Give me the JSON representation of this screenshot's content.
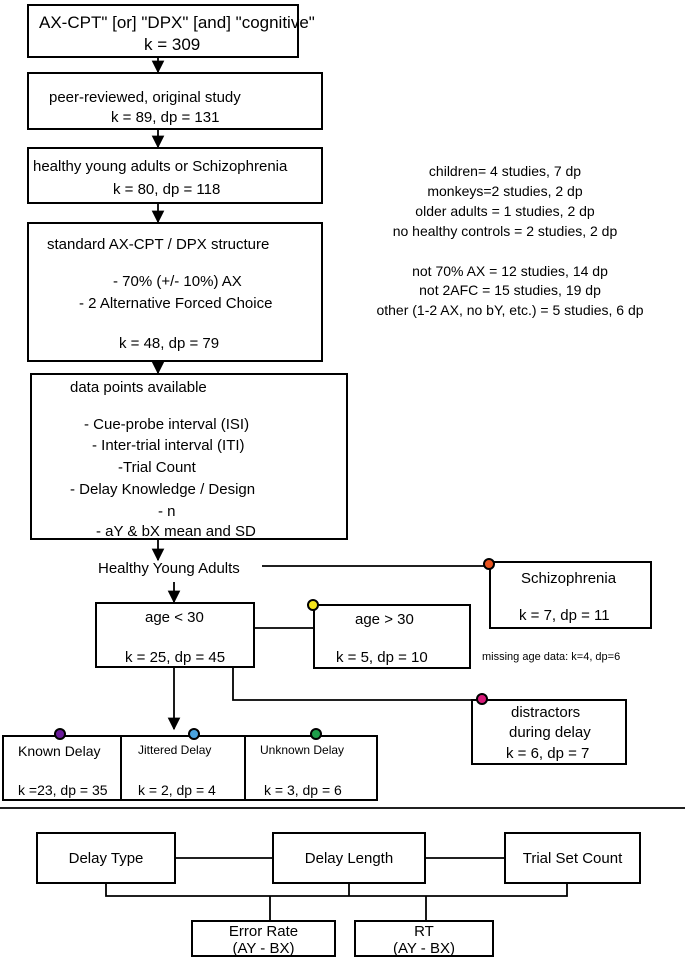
{
  "flow": {
    "search": {
      "line1": "AX-CPT\" [or] \"DPX\" [and] \"cognitive\"",
      "line2": "k = 309"
    },
    "peer": {
      "line1": "peer-reviewed, original study",
      "line2": "k = 89, dp = 131"
    },
    "healthy": {
      "line1": "healthy young adults or Schizophrenia",
      "line2": "k = 80, dp = 118"
    },
    "standard": {
      "line1": "standard AX-CPT / DPX structure",
      "line2": "- 70% (+/- 10%) AX",
      "line3": "- 2 Alternative Forced Choice",
      "line4": "k = 48, dp = 79"
    },
    "datapoints": {
      "title": "data points available",
      "items": [
        "- Cue-probe interval (ISI)",
        "- Inter-trial interval (ITI)",
        "-Trial Count",
        "- Delay Knowledge / Design",
        "- n",
        "- aY & bX mean and SD"
      ]
    },
    "hya_label": "Healthy Young Adults",
    "schizo": {
      "title": "Schizophrenia",
      "count": "k = 7, dp = 11",
      "dot_color": "#e8531f"
    },
    "age_lt": {
      "title": "age < 30",
      "count": "k = 25, dp = 45"
    },
    "age_gt": {
      "title": "age > 30",
      "count": "k = 5, dp = 10",
      "dot_color": "#f4e41c"
    },
    "missing_age": "missing age data: k=4, dp=6",
    "distractors": {
      "line1": "distractors",
      "line2": "during delay",
      "line3": "k = 6, dp = 7",
      "dot_color": "#d81b7a"
    },
    "known": {
      "title": "Known Delay",
      "count": "k =23, dp = 35",
      "dot_color": "#6a1b9a"
    },
    "jittered": {
      "title": "Jittered Delay",
      "count": "k = 2, dp = 4",
      "dot_color": "#4aa3df"
    },
    "unknown": {
      "title": "Unknown Delay",
      "count": "k = 3, dp = 6",
      "dot_color": "#1e9e4a"
    }
  },
  "exclusions": {
    "group1": [
      "children= 4 studies, 7 dp",
      "monkeys=2 studies, 2 dp",
      "older adults = 1 studies, 2 dp",
      "no healthy controls = 2 studies, 2 dp"
    ],
    "group2": [
      "not 70% AX = 12 studies, 14 dp",
      "not 2AFC = 15 studies, 19 dp",
      "other (1-2 AX, no bY, etc.) = 5 studies, 6 dp"
    ]
  },
  "model": {
    "delay_type": "Delay Type",
    "delay_length": "Delay Length",
    "trial_set": "Trial Set Count",
    "error_rate": {
      "line1": "Error Rate",
      "line2": "(AY - BX)"
    },
    "rt": {
      "line1": "RT",
      "line2": "(AY - BX)"
    }
  }
}
